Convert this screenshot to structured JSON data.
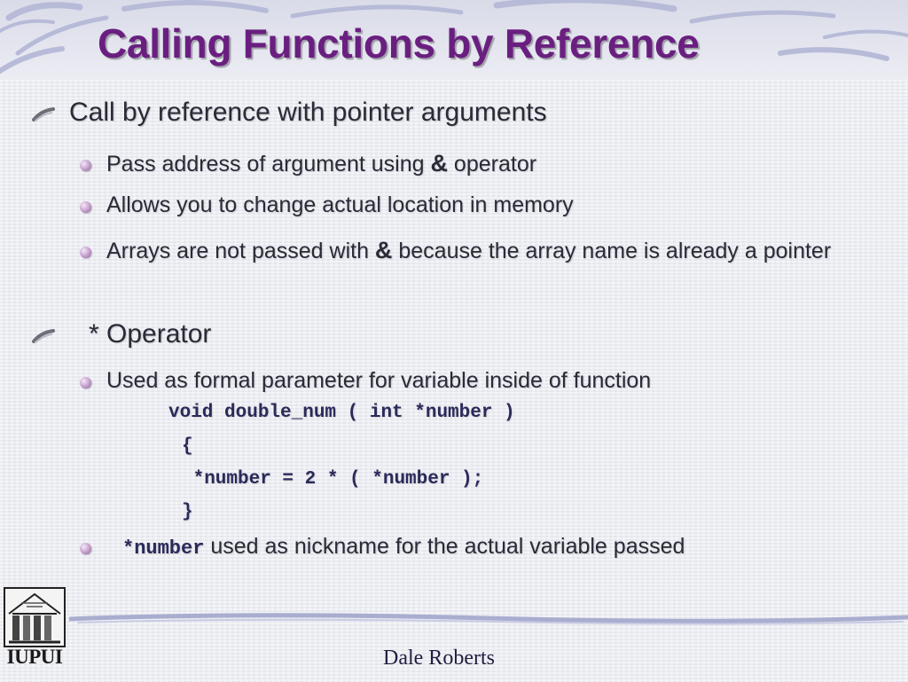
{
  "slide": {
    "title": "Calling Functions by Reference",
    "bullets": [
      {
        "text": "Call by reference with pointer arguments",
        "sub": [
          {
            "before": "Pass address of argument using ",
            "amp": "&",
            "after": " operator"
          },
          {
            "text": "Allows you to change actual location in memory"
          },
          {
            "before": "Arrays are not passed with ",
            "amp": "&",
            "after": " because the array name is already a pointer"
          }
        ]
      },
      {
        "star": "*",
        "text": "Operator",
        "sub": [
          {
            "text": "Used as formal parameter for variable inside of function"
          }
        ],
        "code": [
          "void double_num ( int *number )",
          "{",
          " *number = 2 * ( *number );",
          "}"
        ],
        "last": {
          "mono": "*number",
          "rest": " used as nickname for the actual variable passed"
        }
      }
    ]
  },
  "footer": {
    "author": "Dale Roberts",
    "logo_text": "IUPUI"
  },
  "colors": {
    "title": "#6a1f80",
    "text": "#2a2a38",
    "bullet": "#c39ccc",
    "swoosh": "#a9aed0"
  },
  "icons": {
    "level1_bullet": "quill-stroke-icon",
    "level2_bullet": "sphere-bullet-icon",
    "logo": "iupui-building-logo"
  }
}
